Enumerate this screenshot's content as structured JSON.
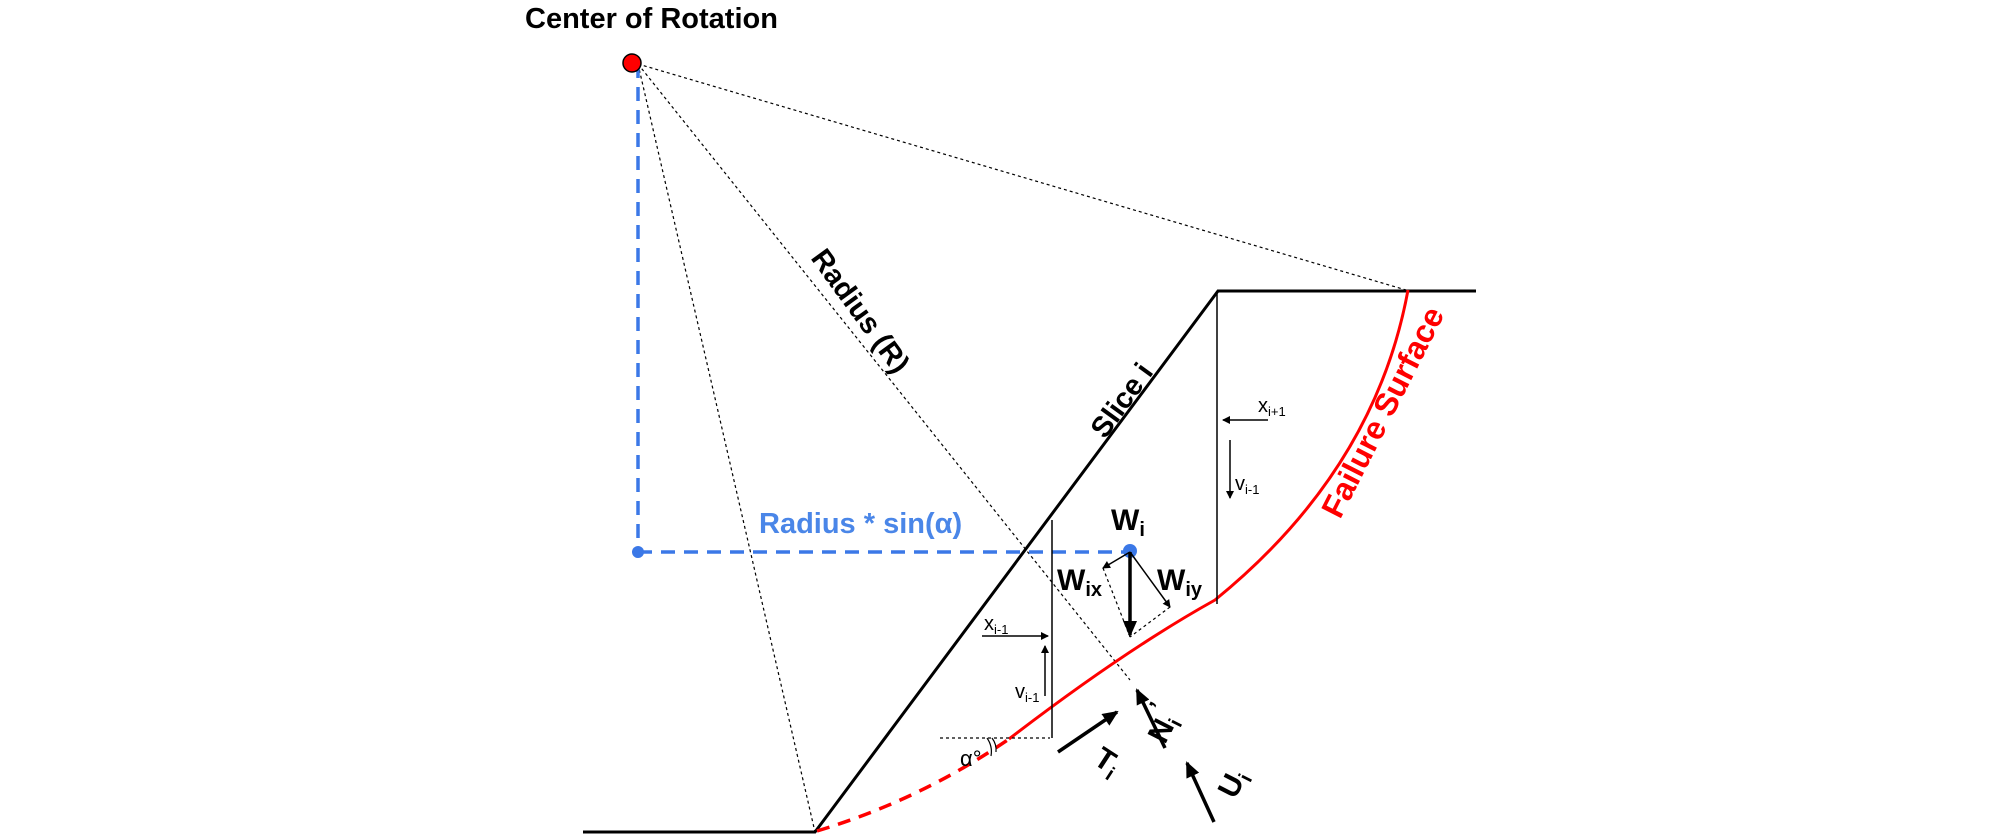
{
  "labels": {
    "center_title": "Center of Rotation",
    "radius": "Radius (R)",
    "slice": "Slice i",
    "failure_surface": "Failure Surface",
    "radius_sin": "Radius * sin(α)",
    "angle": "α°",
    "weight": {
      "main": "W",
      "sub": "i"
    },
    "weight_x": {
      "main": "W",
      "sub": "ix"
    },
    "weight_y": {
      "main": "W",
      "sub": "iy"
    },
    "x_right": {
      "main": "x",
      "sub": "i+1"
    },
    "v_right": {
      "main": "v",
      "sub": "i-1"
    },
    "x_left": {
      "main": "x",
      "sub": "i-1"
    },
    "v_left": {
      "main": "v",
      "sub": "i-1"
    },
    "normal": {
      "main": "N",
      "sub": "i",
      "sup": "’"
    },
    "shear": {
      "main": "T",
      "sub": "i"
    },
    "pore": {
      "main": "U",
      "sub": "i"
    }
  },
  "colors": {
    "failure": "#ff0000",
    "blue": "#3b78e7",
    "blue_text": "#4a86e8",
    "black": "#000000",
    "center_fill": "#ff0000"
  }
}
